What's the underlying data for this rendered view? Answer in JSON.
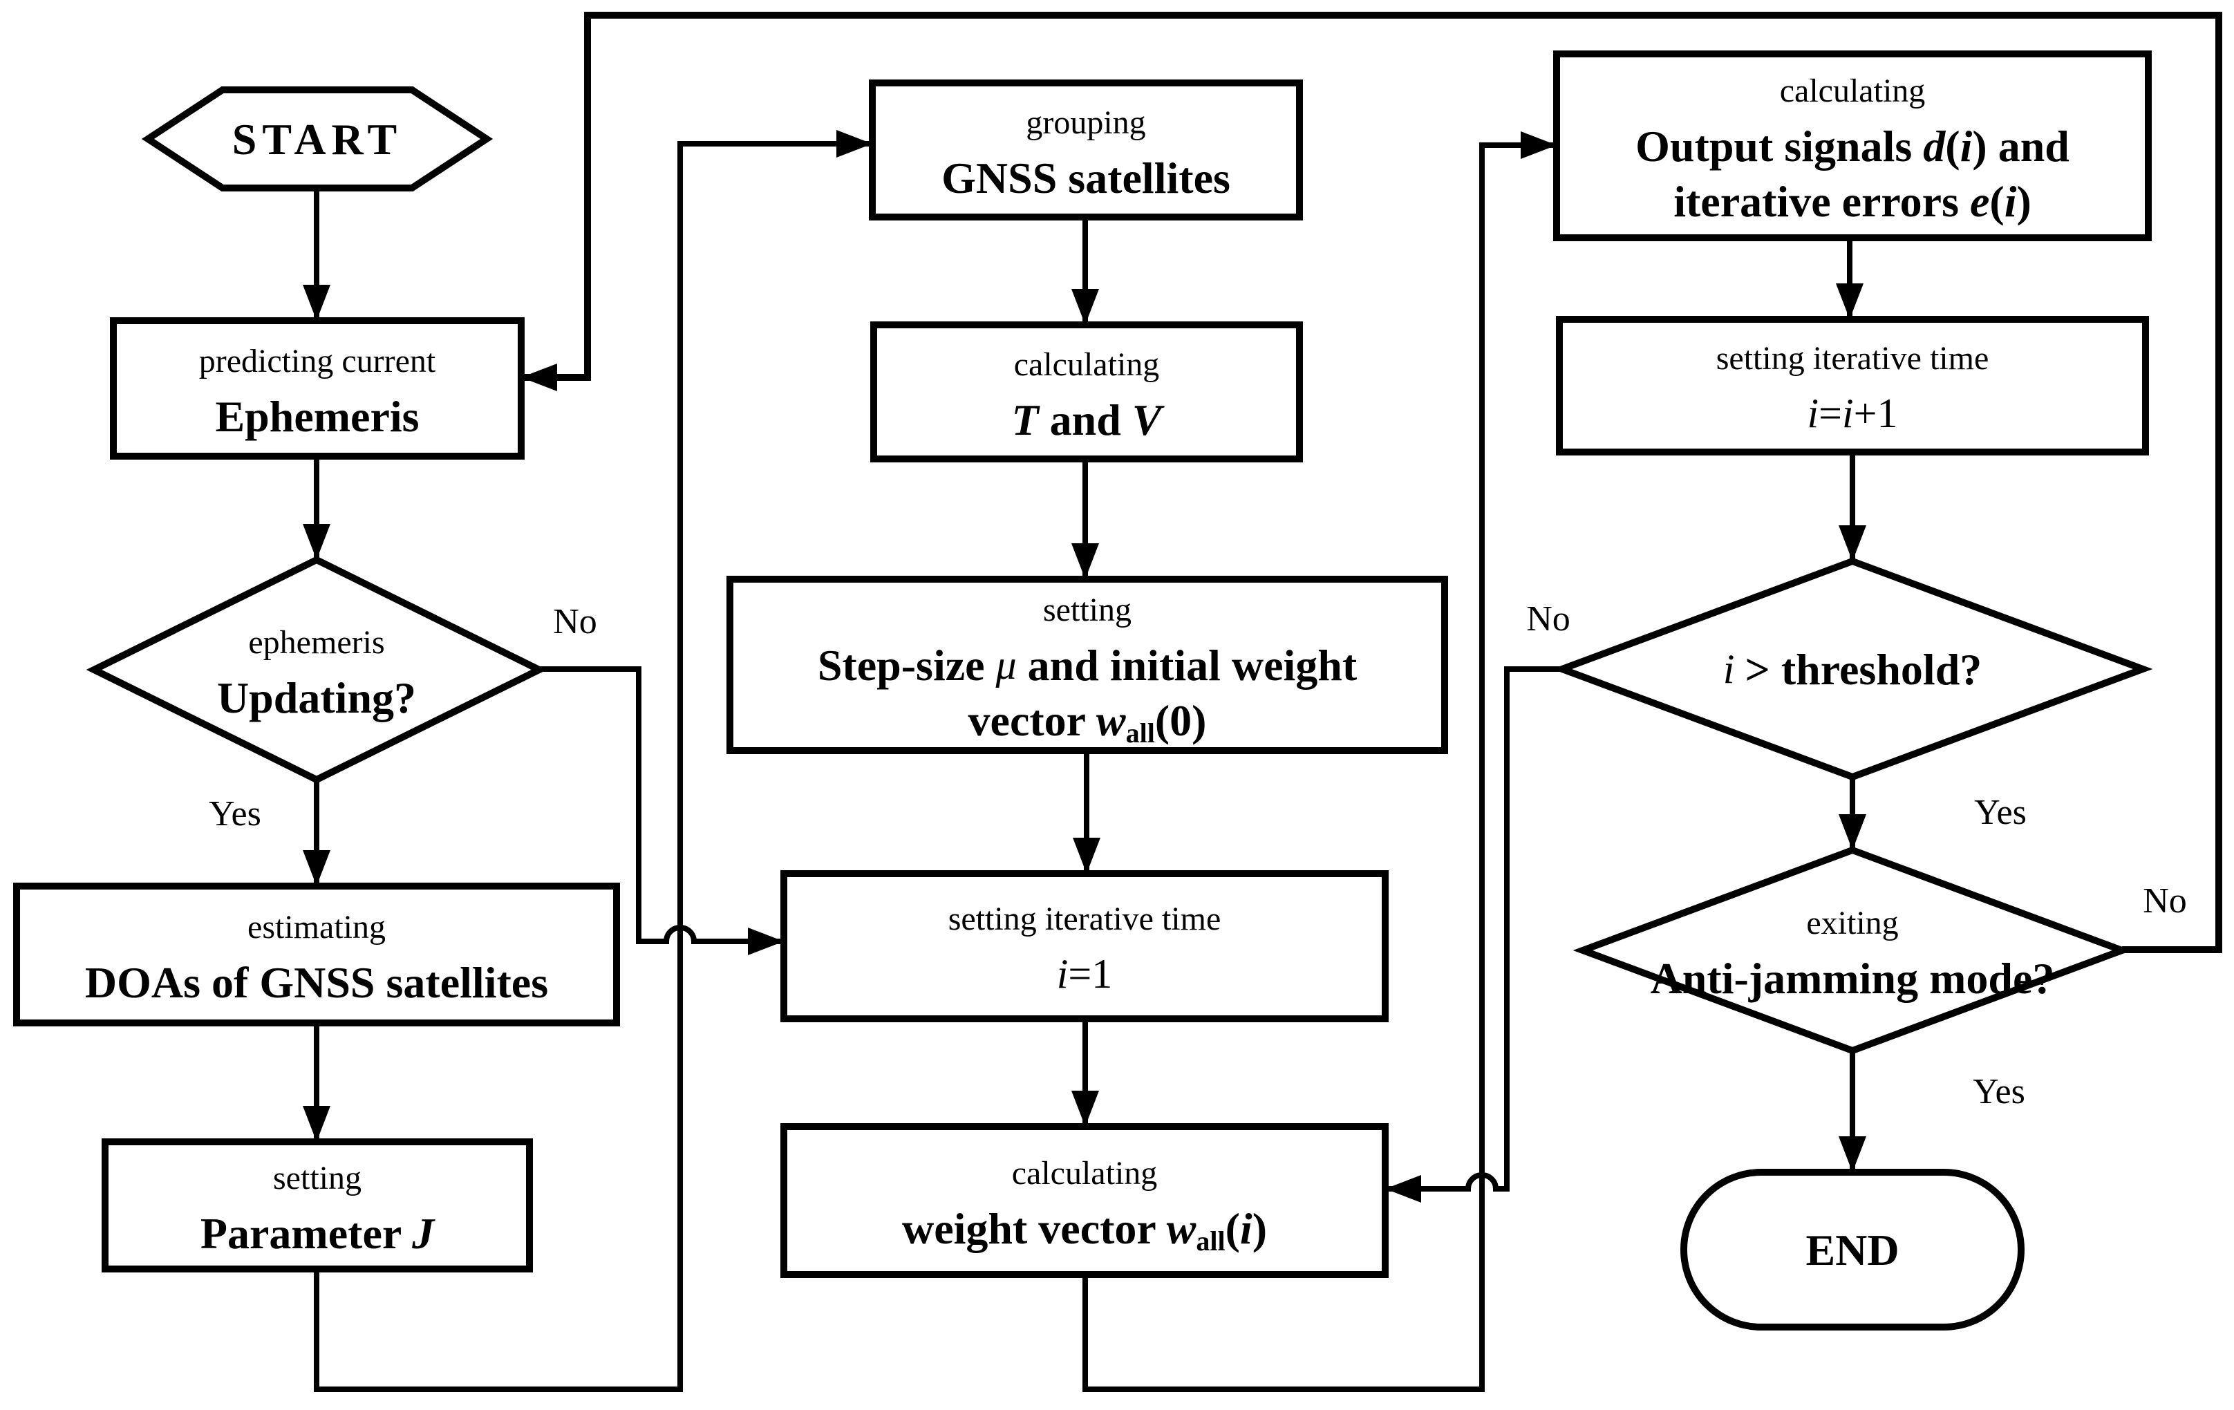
{
  "figure": {
    "type": "flowchart",
    "background": "#ffffff",
    "line_color": "#000000"
  },
  "nodes": [
    {
      "id": "start",
      "shape": "hexagon",
      "lines": [
        [
          {
            "t": "START",
            "s": "b"
          }
        ]
      ]
    },
    {
      "id": "ephemeris",
      "shape": "rect",
      "lines": [
        [
          {
            "t": "predicting current",
            "s": "r"
          }
        ],
        [
          {
            "t": "Ephemeris",
            "s": "b"
          }
        ]
      ]
    },
    {
      "id": "updating",
      "shape": "diamond",
      "lines": [
        [
          {
            "t": "ephemeris",
            "s": "r"
          }
        ],
        [
          {
            "t": "Updating?",
            "s": "b"
          }
        ]
      ]
    },
    {
      "id": "doas",
      "shape": "rect",
      "lines": [
        [
          {
            "t": "estimating",
            "s": "r"
          }
        ],
        [
          {
            "t": "DOAs of GNSS satellites",
            "s": "b"
          }
        ]
      ]
    },
    {
      "id": "paramj",
      "shape": "rect",
      "lines": [
        [
          {
            "t": "setting",
            "s": "r"
          }
        ],
        [
          {
            "t": "Parameter ",
            "s": "b"
          },
          {
            "t": "J",
            "s": "bi"
          }
        ]
      ]
    },
    {
      "id": "grouping",
      "shape": "rect",
      "lines": [
        [
          {
            "t": "grouping",
            "s": "r"
          }
        ],
        [
          {
            "t": "GNSS satellites",
            "s": "b"
          }
        ]
      ]
    },
    {
      "id": "tv",
      "shape": "rect",
      "lines": [
        [
          {
            "t": "calculating",
            "s": "r"
          }
        ],
        [
          {
            "t": "T",
            "s": "bi"
          },
          {
            "t": " and ",
            "s": "b"
          },
          {
            "t": "V",
            "s": "bi"
          }
        ]
      ]
    },
    {
      "id": "step",
      "shape": "rect",
      "lines": [
        [
          {
            "t": "setting",
            "s": "r"
          }
        ],
        [
          {
            "t": "Step-size ",
            "s": "b"
          },
          {
            "t": "μ",
            "s": "mi"
          },
          {
            "t": " and initial weight",
            "s": "b"
          }
        ],
        [
          {
            "t": "vector ",
            "s": "b"
          },
          {
            "t": "w",
            "s": "bi"
          },
          {
            "t": "all",
            "s": "sub"
          },
          {
            "t": "(0)",
            "s": "b"
          }
        ]
      ]
    },
    {
      "id": "i1",
      "shape": "rect",
      "lines": [
        [
          {
            "t": "setting iterative time",
            "s": "r"
          }
        ],
        [
          {
            "t": "i",
            "s": "mi"
          },
          {
            "t": "=1",
            "s": "m"
          }
        ]
      ]
    },
    {
      "id": "weight",
      "shape": "rect",
      "lines": [
        [
          {
            "t": "calculating",
            "s": "r"
          }
        ],
        [
          {
            "t": "weight vector ",
            "s": "b"
          },
          {
            "t": "w",
            "s": "bi"
          },
          {
            "t": "all",
            "s": "sub"
          },
          {
            "t": "(",
            "s": "b"
          },
          {
            "t": "i",
            "s": "bi"
          },
          {
            "t": ")",
            "s": "b"
          }
        ]
      ]
    },
    {
      "id": "output",
      "shape": "rect",
      "lines": [
        [
          {
            "t": "calculating",
            "s": "r"
          }
        ],
        [
          {
            "t": "Output signals ",
            "s": "b"
          },
          {
            "t": "d",
            "s": "bi"
          },
          {
            "t": "(",
            "s": "b"
          },
          {
            "t": "i",
            "s": "bi"
          },
          {
            "t": ") and",
            "s": "b"
          }
        ],
        [
          {
            "t": "iterative errors ",
            "s": "b"
          },
          {
            "t": "e",
            "s": "bi"
          },
          {
            "t": "(",
            "s": "b"
          },
          {
            "t": "i",
            "s": "bi"
          },
          {
            "t": ")",
            "s": "b"
          }
        ]
      ]
    },
    {
      "id": "ii1",
      "shape": "rect",
      "lines": [
        [
          {
            "t": "setting iterative time",
            "s": "r"
          }
        ],
        [
          {
            "t": "i",
            "s": "mi"
          },
          {
            "t": "=",
            "s": "m"
          },
          {
            "t": "i",
            "s": "mi"
          },
          {
            "t": "+1",
            "s": "m"
          }
        ]
      ]
    },
    {
      "id": "threshold",
      "shape": "diamond",
      "lines": [
        [
          {
            "t": "i ",
            "s": "mi"
          },
          {
            "t": "> threshold?",
            "s": "b"
          }
        ]
      ]
    },
    {
      "id": "antijam",
      "shape": "diamond",
      "lines": [
        [
          {
            "t": "exiting",
            "s": "r"
          }
        ],
        [
          {
            "t": "Anti-jamming mode?",
            "s": "b"
          }
        ]
      ]
    },
    {
      "id": "end",
      "shape": "stadium",
      "lines": [
        [
          {
            "t": "END",
            "s": "b"
          }
        ]
      ]
    }
  ],
  "edges": [
    {
      "id": "start-to-ephemeris",
      "from": "start",
      "to": "ephemeris"
    },
    {
      "id": "ephemeris-to-updating",
      "from": "ephemeris",
      "to": "updating"
    },
    {
      "id": "updating-yes-to-doas",
      "from": "updating",
      "to": "doas",
      "label": {
        "text": "Yes"
      }
    },
    {
      "id": "updating-no-to-i1",
      "from": "updating",
      "to": "i1",
      "label": {
        "text": "No"
      }
    },
    {
      "id": "doas-to-paramj",
      "from": "doas",
      "to": "paramj"
    },
    {
      "id": "paramj-to-grouping",
      "from": "paramj",
      "to": "grouping"
    },
    {
      "id": "grouping-to-tv",
      "from": "grouping",
      "to": "tv"
    },
    {
      "id": "tv-to-step",
      "from": "tv",
      "to": "step"
    },
    {
      "id": "step-to-i1",
      "from": "step",
      "to": "i1"
    },
    {
      "id": "i1-to-weight",
      "from": "i1",
      "to": "weight"
    },
    {
      "id": "weight-to-output",
      "from": "weight",
      "to": "output"
    },
    {
      "id": "output-to-ii1",
      "from": "output",
      "to": "ii1"
    },
    {
      "id": "ii1-to-threshold",
      "from": "ii1",
      "to": "threshold"
    },
    {
      "id": "threshold-yes-to-antijam",
      "from": "threshold",
      "to": "antijam",
      "label": {
        "text": "Yes"
      }
    },
    {
      "id": "threshold-no-to-weight",
      "from": "threshold",
      "to": "weight",
      "label": {
        "text": "No"
      }
    },
    {
      "id": "antijam-yes-to-end",
      "from": "antijam",
      "to": "end",
      "label": {
        "text": "Yes"
      }
    },
    {
      "id": "antijam-no-to-ephemeris",
      "from": "antijam",
      "to": "ephemeris",
      "label": {
        "text": "No"
      }
    }
  ]
}
